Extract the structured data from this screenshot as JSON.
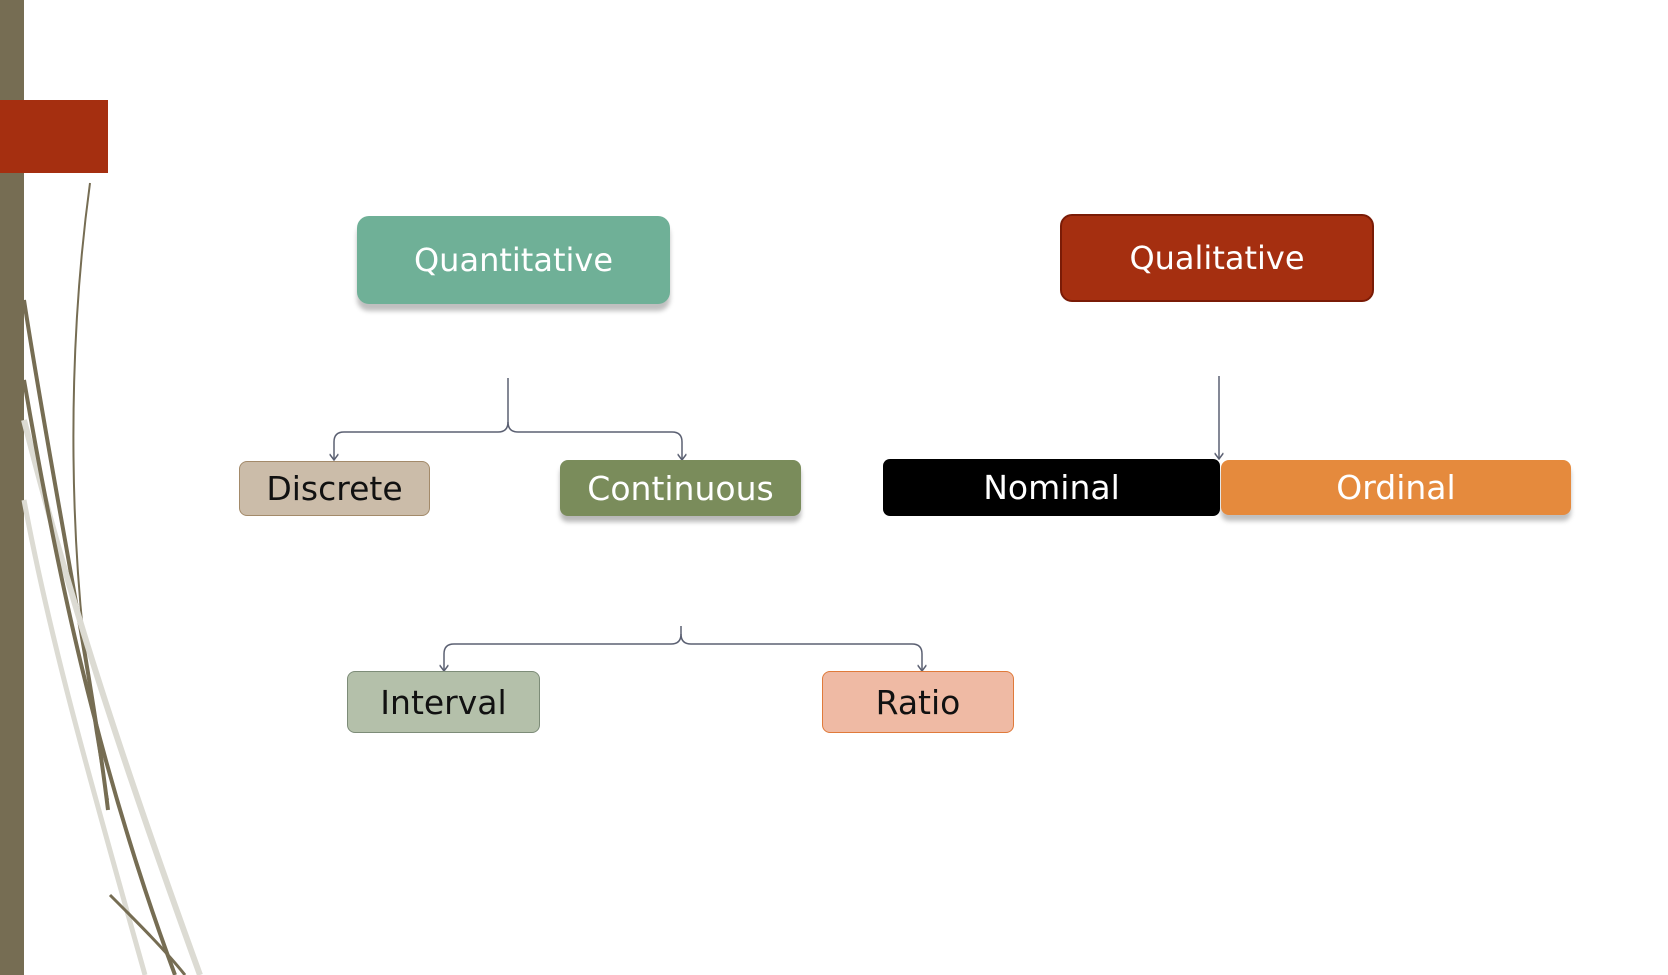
{
  "slide": {
    "colors": {
      "background": "#ffffff",
      "accent_bar": "#766d53",
      "accent_tab": "#a52f10",
      "connector": "#5b6072"
    }
  },
  "diagram": {
    "nodes": {
      "quantitative": {
        "label": "Quantitative",
        "fill": "#6fb097",
        "text_color": "#ffffff"
      },
      "qualitative": {
        "label": "Qualitative",
        "fill": "#a52f10",
        "text_color": "#ffffff"
      },
      "discrete": {
        "label": "Discrete",
        "fill": "#cbbca9",
        "text_color": "#111111"
      },
      "continuous": {
        "label": "Continuous",
        "fill": "#7a8c5b",
        "text_color": "#ffffff"
      },
      "nominal": {
        "label": "Nominal",
        "fill": "#000000",
        "text_color": "#ffffff"
      },
      "ordinal": {
        "label": "Ordinal",
        "fill": "#e58a3d",
        "text_color": "#ffffff"
      },
      "interval": {
        "label": "Interval",
        "fill": "#b4c0aa",
        "text_color": "#111111"
      },
      "ratio": {
        "label": "Ratio",
        "fill": "#efbaa4",
        "text_color": "#111111"
      }
    },
    "edges": [
      {
        "from": "quantitative",
        "to": [
          "discrete",
          "continuous"
        ],
        "style": "bracket"
      },
      {
        "from": "qualitative",
        "to": [
          "nominal",
          "ordinal"
        ],
        "style": "arrow"
      },
      {
        "from": "continuous",
        "to": [
          "interval",
          "ratio"
        ],
        "style": "bracket"
      }
    ]
  }
}
